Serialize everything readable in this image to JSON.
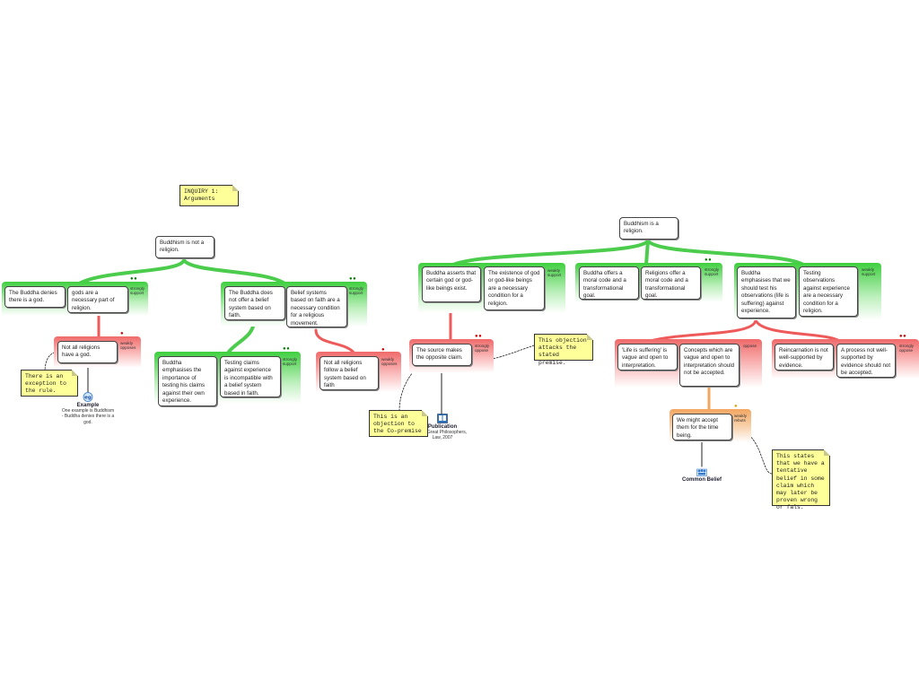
{
  "inquiry": {
    "title": "INQUIRY 1:",
    "subtitle": "Arguments"
  },
  "left": {
    "claim": "Buddhism is not a religion.",
    "g1": {
      "tag": "strongly support",
      "p1": "The Buddha denies there is a god.",
      "p2": "gods are a necessary part of religion."
    },
    "r1": {
      "tag": "weakly opposes",
      "p1": "Not all religions have a god."
    },
    "example": {
      "title": "Example",
      "text": "One example is Buddhism - Buddha denies there is a god."
    },
    "note_example": "There is an exception to the rule.",
    "g2": {
      "tag": "strongly support",
      "p1": "The Buddha does not offer a belief system based on faith.",
      "p2": "Belief systems based on faith are a necessary condition for a religious movement."
    },
    "g3": {
      "tag": "strongly support",
      "p1": "Buddha emphasises the importance of testing his claims against their own experience.",
      "p2": "Testing claims against experience is incompatible with a belief system based in faith."
    },
    "r2": {
      "tag": "weakly opposes",
      "p1": "Not all religions follow a belief system based on faith"
    }
  },
  "right": {
    "claim": "Buddhism is a religion.",
    "g1": {
      "tag": "weakly support",
      "p1": "Buddha asserts that certain god or god-like beings exist.",
      "p2": "The existence of god or god-like beings are a necessary condition for a religion."
    },
    "r1": {
      "tag": "strongly oppose",
      "p1": "The source makes the opposite claim."
    },
    "publication": {
      "title": "Publication",
      "text": "The Great Philosophers, Law, 2007"
    },
    "note_copremise": "This is an objection to the Co-premise",
    "note_stated": "This objection attacks the stated premise.",
    "g2": {
      "tag": "strongly support",
      "p1": "Buddha offers a moral code and a transformational goal.",
      "p2": "Religions offer a moral code  and a transformational goal."
    },
    "g3": {
      "tag": "weakly support",
      "p1": "Buddha emphasises that we should test his observations (life is suffering) against experience.",
      "p2": "Testing observations against experience are a necessary condition for a religion."
    },
    "r2": {
      "tag": "oppose",
      "p1": "'Life is suffering' is vague and open to interpretation.",
      "p2": "Concepts which are vague and open to interpretation should not be accepted."
    },
    "o1": {
      "tag": "weakly rebuts",
      "p1": "We might accept them for the time being."
    },
    "common_belief": {
      "title": "Common Belief"
    },
    "note_tentative": "This states that we have a tentative belief in some  claim which may later be proven wrong or fals.",
    "r3": {
      "tag": "strongly oppose",
      "p1": "Reincarnation is not well-supported by evidence.",
      "p2": "A process not well-supported by evidence should not be  accepted."
    }
  },
  "colors": {
    "support": "#3fcf3f",
    "oppose": "#f06a6a",
    "rebut": "#f3a660",
    "note": "#ffff99"
  }
}
